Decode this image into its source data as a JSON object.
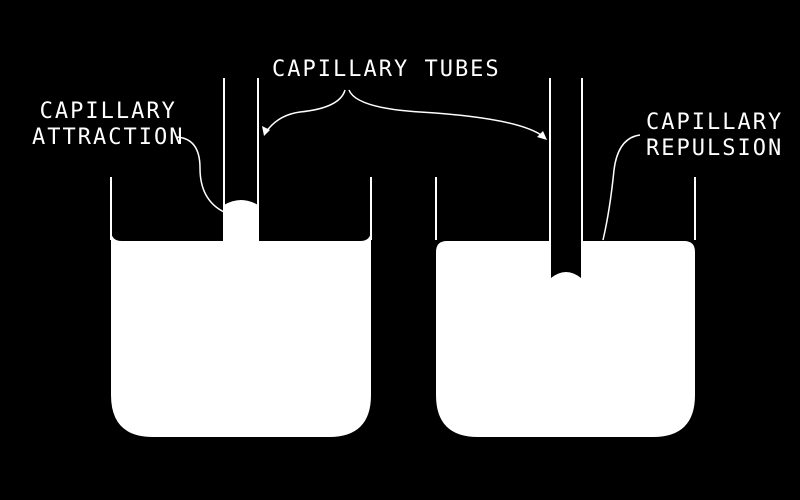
{
  "labels": {
    "tubes": "CAPILLARY TUBES",
    "attraction_line1": "CAPILLARY",
    "attraction_line2": "ATTRACTION",
    "repulsion_line1": "CAPILLARY",
    "repulsion_line2": "REPULSION"
  },
  "colors": {
    "background": "#000000",
    "liquid": "#ffffff",
    "line": "#ffffff"
  }
}
